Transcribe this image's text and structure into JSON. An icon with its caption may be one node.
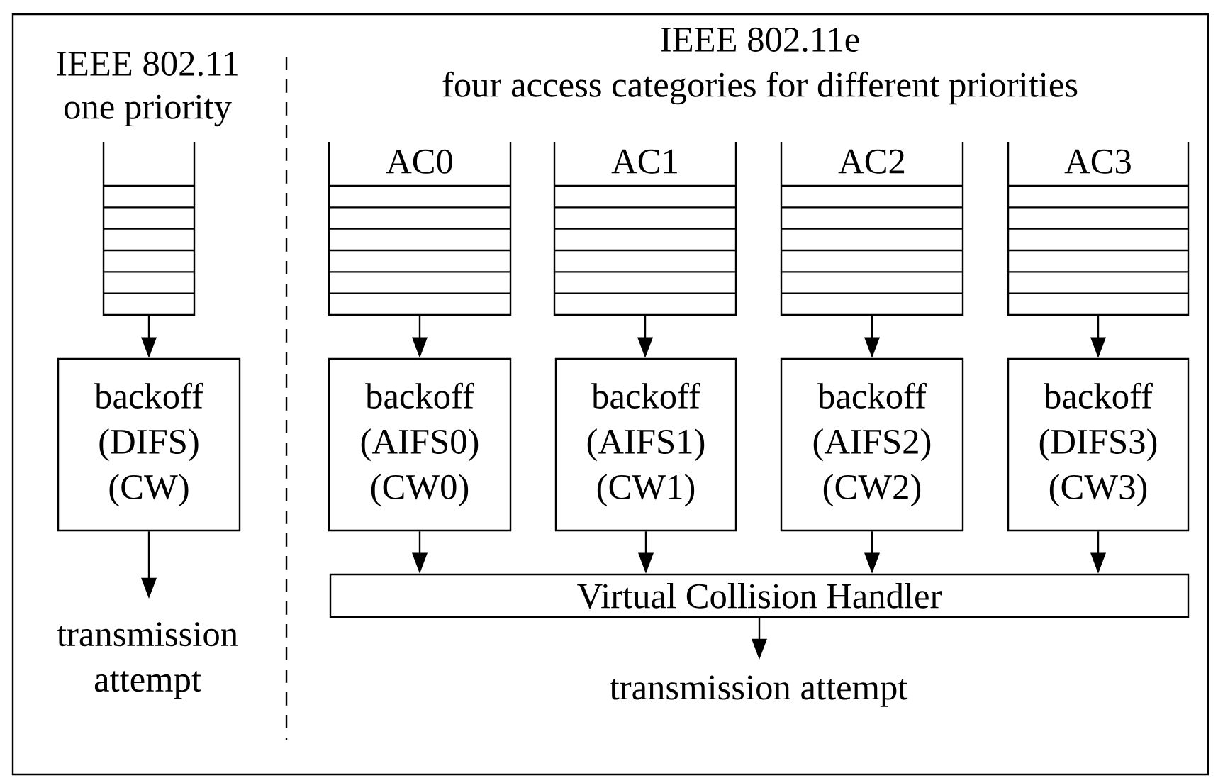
{
  "diagram": {
    "nodes": [
      {
        "text": [],
        "shape": "queue"
      },
      {
        "text": [
          "backoff (DIFS) (CW)"
        ]
      },
      {
        "text": [
          "transmission attempt"
        ]
      },
      {
        "text": [
          "AC0"
        ]
      },
      {
        "text": [
          "AC1"
        ]
      },
      {
        "text": [
          "AC2"
        ]
      },
      {
        "text": [
          "AC3"
        ]
      },
      {
        "text": [
          "backoff (AIFS0) (CW0)"
        ]
      },
      {
        "text": [
          "backoff (AIFS1) (CW1)"
        ]
      },
      {
        "text": [
          "backoff (AIFS2) (CW2)"
        ]
      },
      {
        "text": [
          "backoff (DIFS3) (CW3)"
        ]
      },
      {
        "text": [
          "Virtual Collision Handler"
        ]
      },
      {
        "text": [
          "transmission attempt"
        ]
      }
    ],
    "edges": [
      {
        "from": 0,
        "to": 1,
        "arrow": "to"
      },
      {
        "from": 1,
        "to": 2,
        "arrow": "to"
      },
      {
        "from": 3,
        "to": 7,
        "arrow": "to"
      },
      {
        "from": 4,
        "to": 8,
        "arrow": "to"
      },
      {
        "from": 5,
        "to": 9,
        "arrow": "to"
      },
      {
        "from": 6,
        "to": 10,
        "arrow": "to"
      },
      {
        "from": 7,
        "to": 11,
        "arrow": "to"
      },
      {
        "from": 8,
        "to": 11,
        "arrow": "to"
      },
      {
        "from": 9,
        "to": 11,
        "arrow": "to"
      },
      {
        "from": 10,
        "to": 11,
        "arrow": "to"
      },
      {
        "from": 11,
        "to": 12,
        "arrow": "to"
      }
    ],
    "labels": [
      "IEEE 802.11",
      "one priority",
      "IEEE 802.11e",
      "four access categories for different priorities"
    ]
  }
}
